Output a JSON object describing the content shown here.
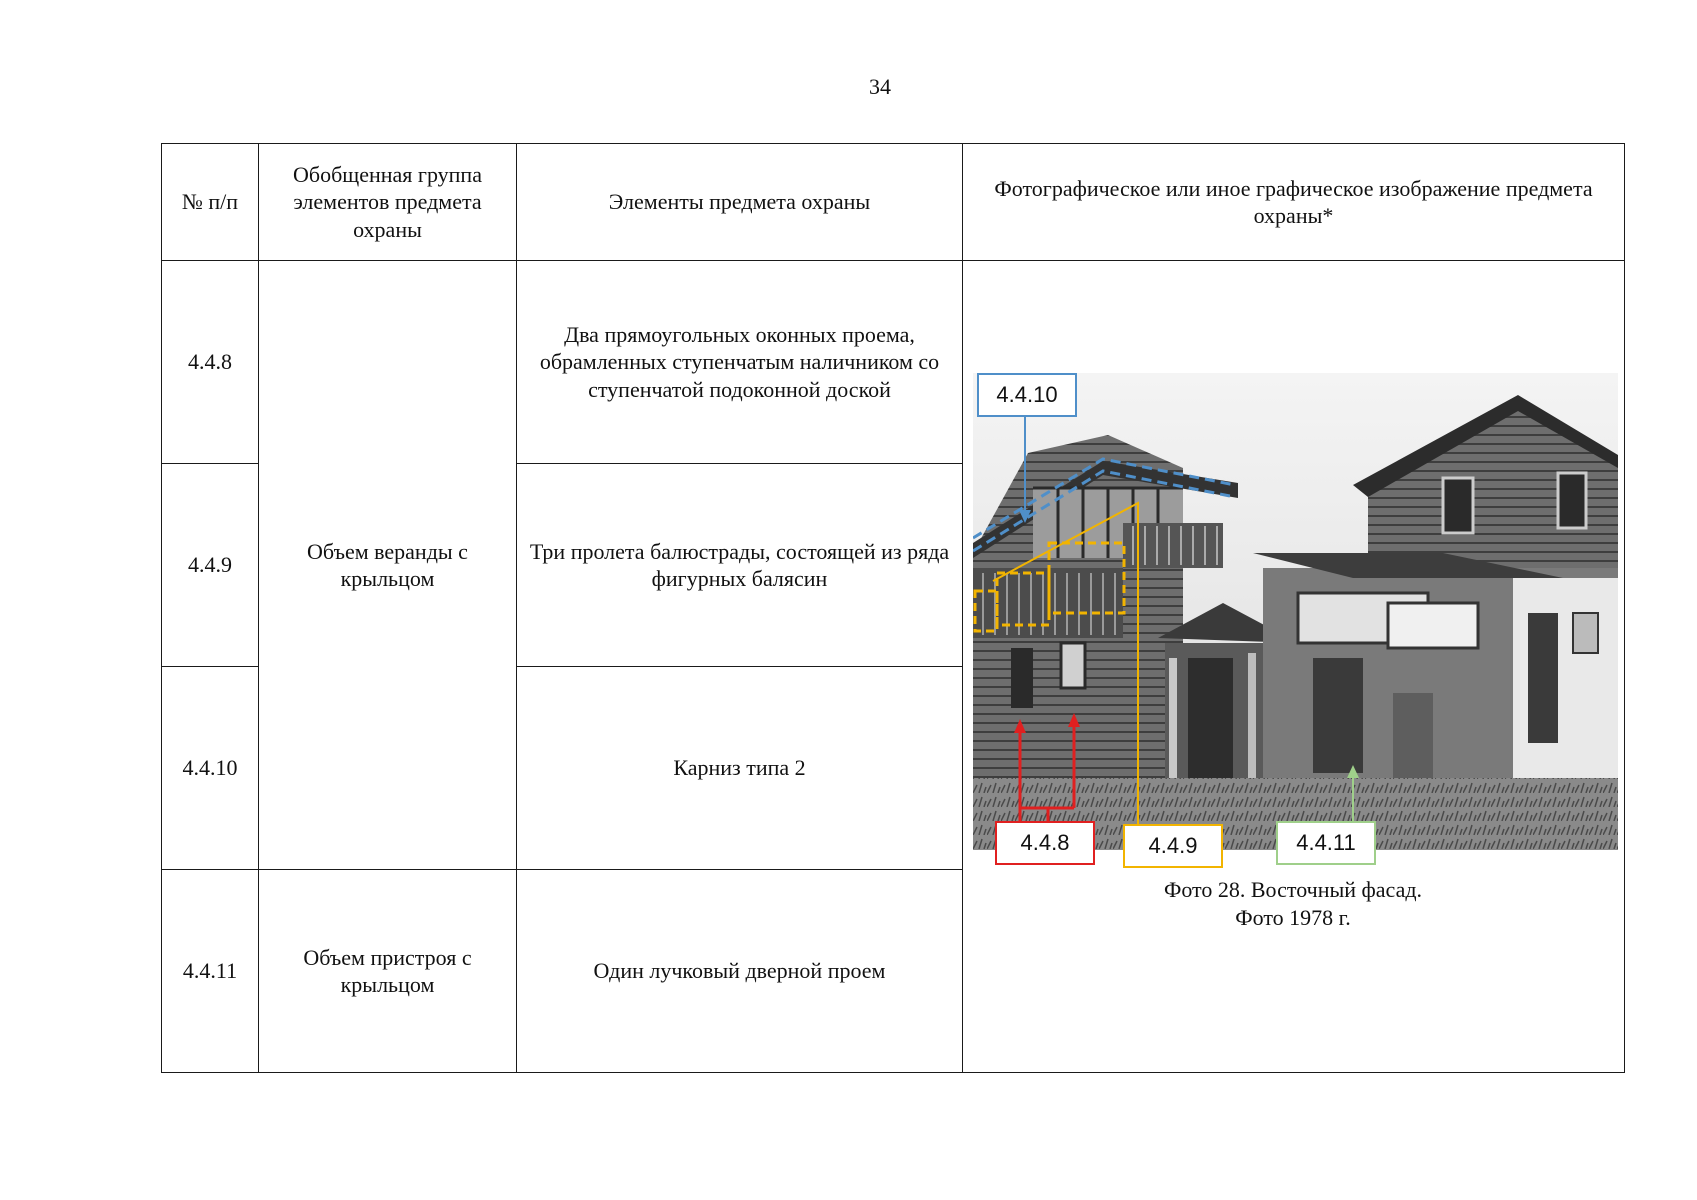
{
  "page": {
    "number": "34"
  },
  "table": {
    "headers": [
      "№ п/п",
      "Обобщенная группа элементов предмета охраны",
      "Элементы предмета охраны",
      "Фотографическое или иное графическое изображение предмета охраны*"
    ],
    "rows": [
      {
        "num": "4.4.8",
        "element": "Два прямоугольных оконных проема, обрамленных ступенчатым наличником со ступенчатой подоконной доской"
      },
      {
        "num": "4.4.9",
        "element": "Три пролета балюстрады, состоящей из ряда фигурных балясин"
      },
      {
        "num": "4.4.10",
        "element": "Карниз типа 2"
      },
      {
        "num": "4.4.11",
        "element": "Один лучковый дверной проем"
      }
    ],
    "groups": [
      {
        "label": "Объем веранды с крыльцом"
      },
      {
        "label": "Объем пристроя с крыльцом"
      }
    ]
  },
  "figure": {
    "callouts": [
      {
        "label": "4.4.10",
        "color": "#4f8fc9"
      },
      {
        "label": "4.4.8",
        "color": "#e02020"
      },
      {
        "label": "4.4.9",
        "color": "#f2b400"
      },
      {
        "label": "4.4.11",
        "color": "#9fcf8a"
      }
    ],
    "caption": {
      "line1": "Фото 28. Восточный фасад.",
      "line2": "Фото 1978 г."
    }
  }
}
